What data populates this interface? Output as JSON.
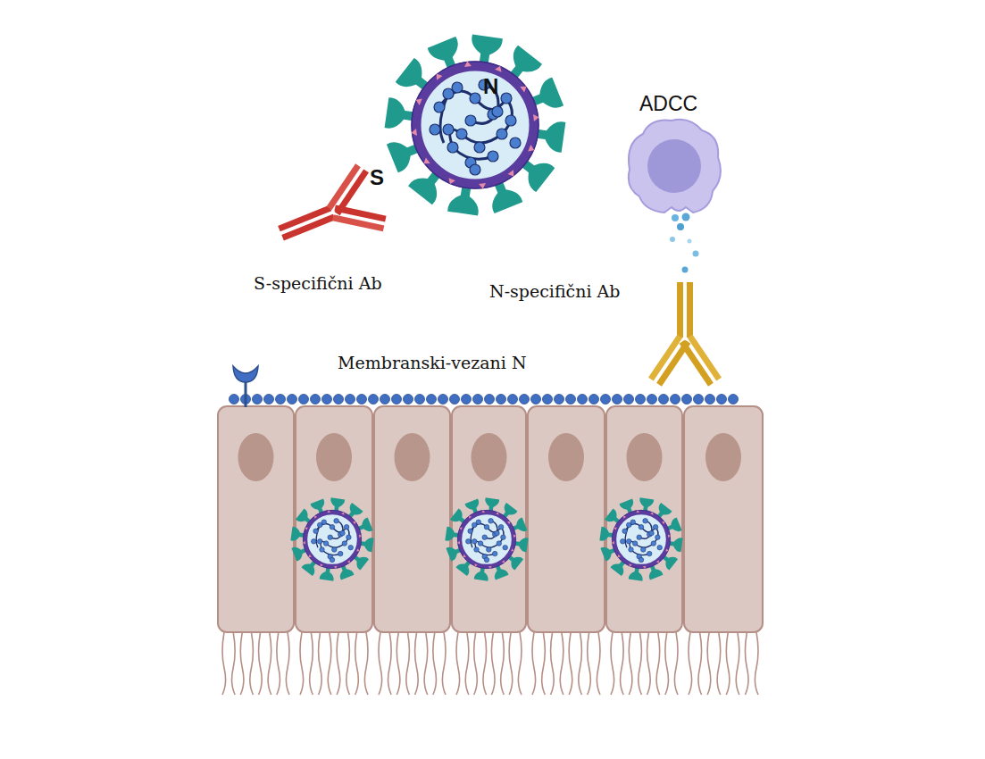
{
  "diagram": {
    "labels": [
      "N",
      "ADCC",
      "S",
      "S-specifični Ab",
      "N-specifični Ab",
      "Membranski-vezani N"
    ]
  }
}
